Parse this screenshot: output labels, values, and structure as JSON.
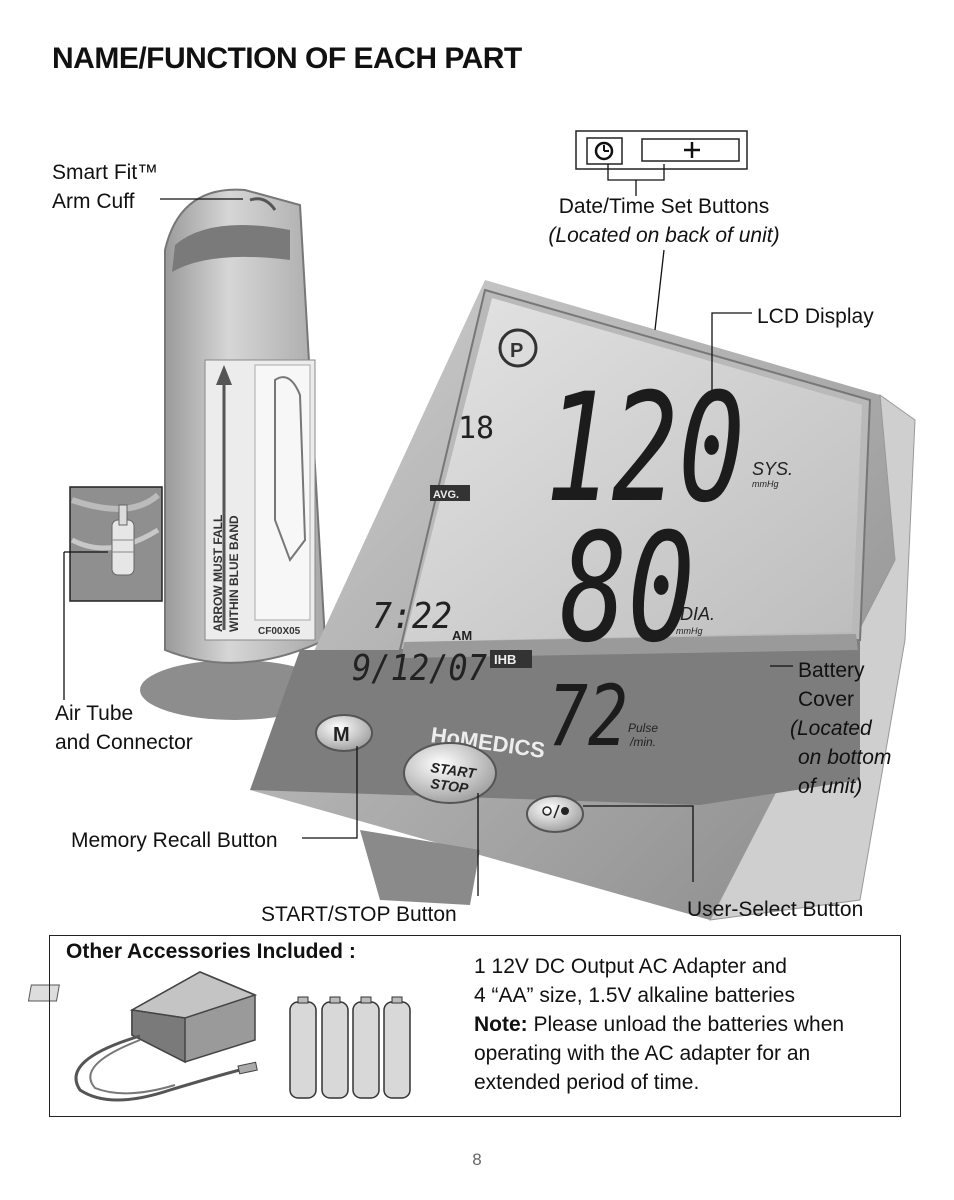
{
  "page_title": "NAME/FUNCTION OF EACH PART",
  "labels": {
    "cuff_line1": "Smart Fit™",
    "cuff_line2": "Arm Cuff",
    "datetime_line1": "Date/Time Set Buttons",
    "datetime_line2": "(Located on back of unit)",
    "lcd": "LCD Display",
    "battery_line1": "Battery",
    "battery_line2": "Cover",
    "battery_line3": "(Located",
    "battery_line4": "on bottom",
    "battery_line5": "of unit)",
    "airtube_line1": "Air Tube",
    "airtube_line2": "and Connector",
    "memory": "Memory Recall Button",
    "startstop": "START/STOP Button",
    "userselect": "User-Select Button"
  },
  "device": {
    "brand": "HoMEDICS",
    "lcd_systolic": "120",
    "lcd_diastolic": "80",
    "lcd_pulse": "72",
    "lcd_memory_no": "18",
    "lcd_avg": "AVG.",
    "lcd_time": "7:22",
    "lcd_ampm": "AM",
    "lcd_date": "9/12/07",
    "lcd_ihb": "IHB",
    "lcd_sys": "SYS.",
    "lcd_dia": "DIA.",
    "lcd_unit": "mmHg",
    "lcd_pulse_label1": "Pulse",
    "lcd_pulse_label2": "/min.",
    "btn_m": "M",
    "btn_start": "START",
    "btn_stop": "STOP",
    "cuff_text1": "ARROW MUST FALL",
    "cuff_text2": "WITHIN BLUE BAND",
    "cuff_code": "CF00X05"
  },
  "accessories": {
    "title": "Other Accessories Included :",
    "line1": "1 12V DC Output AC Adapter and",
    "line2": "4 “AA” size, 1.5V alkaline batteries",
    "note_label": "Note:",
    "note_line1": " Please unload the batteries when",
    "note_line2": "operating with the AC adapter for an",
    "note_line3": "extended period of time."
  },
  "page_number": "8"
}
